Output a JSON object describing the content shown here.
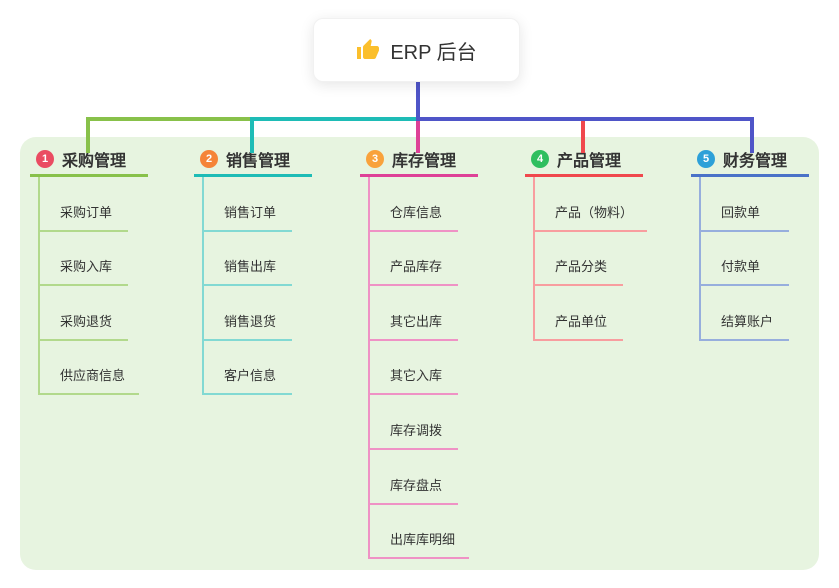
{
  "root": {
    "label": "ERP 后台",
    "icon": "thumbs-up"
  },
  "canvas": {
    "page_bg": "#ffffff",
    "panel_bg": "#e7f4e0",
    "text_color": "#333333",
    "icon_color": "#fbbf2c"
  },
  "connectors": {
    "root_drop": "#4f55c8",
    "seg_left": "#88c14a",
    "seg_mid": "#1ebcb6",
    "seg_right": "#4f55c8",
    "drop_1": "#88c14a",
    "drop_2": "#1ebcb6",
    "drop_3": "#de4197",
    "drop_4": "#f0484d",
    "drop_5": "#4f55c8"
  },
  "branches": [
    {
      "num": "1",
      "label": "采购管理",
      "num_color": "#ea4c62",
      "line_color": "#88c14a",
      "sub_line_color": "#b2d98c",
      "items": [
        "采购订单",
        "采购入库",
        "采购退货",
        "供应商信息"
      ]
    },
    {
      "num": "2",
      "label": "销售管理",
      "num_color": "#f58438",
      "line_color": "#1ebcb6",
      "sub_line_color": "#82d9d3",
      "items": [
        "销售订单",
        "销售出库",
        "销售退货",
        "客户信息"
      ]
    },
    {
      "num": "3",
      "label": "库存管理",
      "num_color": "#f9a23c",
      "line_color": "#de4197",
      "sub_line_color": "#ef92c5",
      "items": [
        "仓库信息",
        "产品库存",
        "其它出库",
        "其它入库",
        "库存调拨",
        "库存盘点",
        "出库库明细"
      ]
    },
    {
      "num": "4",
      "label": "产品管理",
      "num_color": "#2fbf5f",
      "line_color": "#f0484d",
      "sub_line_color": "#f89d9f",
      "items": [
        "产品（物料）",
        "产品分类",
        "产品单位"
      ]
    },
    {
      "num": "5",
      "label": "财务管理",
      "num_color": "#2da0d8",
      "line_color": "#4a72c8",
      "sub_line_color": "#97aedd",
      "items": [
        "回款单",
        "付款单",
        "结算账户"
      ]
    }
  ]
}
